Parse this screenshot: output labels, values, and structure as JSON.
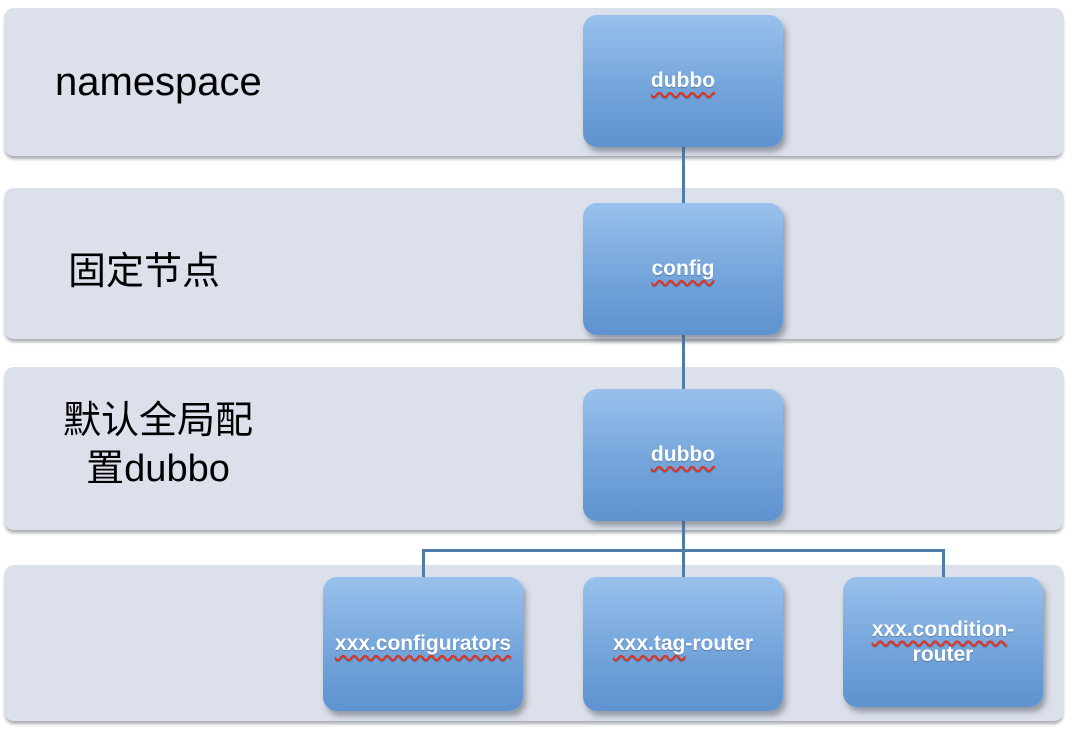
{
  "diagram": {
    "description": "dubbo registry node hierarchy diagram with four category bands"
  },
  "rows": [
    {
      "label": "namespace"
    },
    {
      "label": "固定节点"
    },
    {
      "label_cjk": "默认全局配\n置",
      "label_latin": "dubbo"
    },
    {
      "label": ""
    }
  ],
  "nodes": {
    "root": {
      "misspelled": "dubbo",
      "rest": ""
    },
    "config": {
      "misspelled": "config",
      "rest": ""
    },
    "dubbo": {
      "misspelled": "dubbo",
      "rest": ""
    },
    "configurators": {
      "misspelled": "xxx.configurators",
      "rest": ""
    },
    "tag_router": {
      "misspelled": "xxx.tag",
      "rest": "-router"
    },
    "condition_router": {
      "misspelled": "xxx.condition",
      "rest": "-router"
    }
  },
  "colors": {
    "band_fill": "#dbe0eb",
    "node_gradient_top": "#9ac1ed",
    "node_gradient_bottom": "#5e93d0",
    "connector_line": "#4f7dab",
    "squiggle_red": "#e0321f",
    "label_text": "#000000",
    "node_text": "#ffffff",
    "page_background": "#ffffff"
  }
}
